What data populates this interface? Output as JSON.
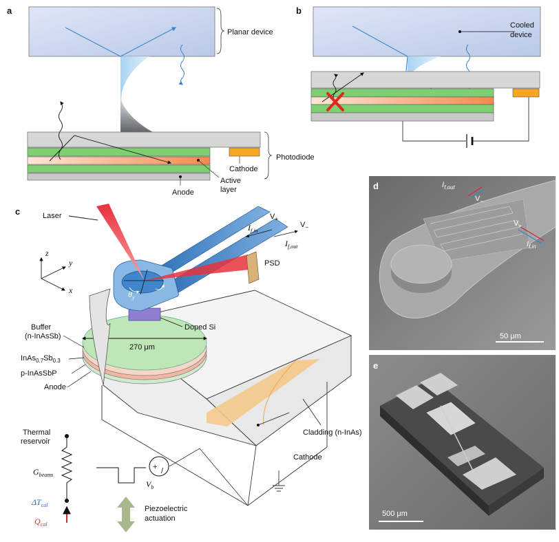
{
  "panels": {
    "a": {
      "label": "a",
      "planar_device": "Planar device",
      "photodiode": "Photodiode",
      "cathode": "Cathode",
      "active_layer_1": "Active",
      "active_layer_2": "layer",
      "anode": "Anode"
    },
    "b": {
      "label": "b",
      "cooled_device_1": "Cooled",
      "cooled_device_2": "device"
    },
    "c": {
      "label": "c",
      "laser": "Laser",
      "v_plus": "V",
      "v_plus_sub": "+",
      "v_minus": "V",
      "v_minus_sub": "−",
      "i_in": "I",
      "i_in_sub": "f,in",
      "i_out": "I",
      "i_out_sub": "f,out",
      "psd": "PSD",
      "axis_z": "z",
      "axis_y": "y",
      "axis_x": "x",
      "theta_y": "θ",
      "theta_y_sub": "y",
      "theta_x": "θ",
      "theta_x_sub": "x",
      "doped_si": "Doped Si",
      "buffer_1": "Buffer",
      "buffer_2": "(n-InAsSb)",
      "dimension": "270 μm",
      "inassb_a": "InAs",
      "inassb_s1": "0.7",
      "inassb_b": "Sb",
      "inassb_s2": "0.3",
      "p_inassbp": "p-InAsSbP",
      "anode": "Anode",
      "cladding": "Cladding (n-InAs)",
      "cathode": "Cathode",
      "thermal_reservoir_1": "Thermal",
      "thermal_reservoir_2": "reservoir",
      "g_beams": "G",
      "g_beams_sub": "beams",
      "delta_t": "ΔT",
      "delta_t_sub": "cal",
      "q_cal": "Q",
      "q_cal_sub": "cal",
      "v_b": "V",
      "v_b_sub": "b",
      "piezo_1": "Piezoelectric",
      "piezo_2": "actuation"
    },
    "d": {
      "label": "d",
      "i_out": "I",
      "i_out_sub": "f,out",
      "v_minus": "V",
      "v_minus_sub": "−",
      "v_plus": "V",
      "v_plus_sub": "+",
      "i_in": "I",
      "i_in_sub": "f,in",
      "scale": "50 μm"
    },
    "e": {
      "label": "e",
      "scale": "500 μm"
    }
  },
  "colors": {
    "device_blue": "#c9d6ee",
    "ray_blue": "#3a86c8",
    "green_layer": "#7fcf72",
    "orange_layer": "#f0a060",
    "cathode_orange": "#f5a623",
    "gray_layer": "#c8c8c8",
    "laser_red": "#e8323c",
    "cross_red": "#e0281e",
    "cantilever_blue": "#3f86cc"
  }
}
